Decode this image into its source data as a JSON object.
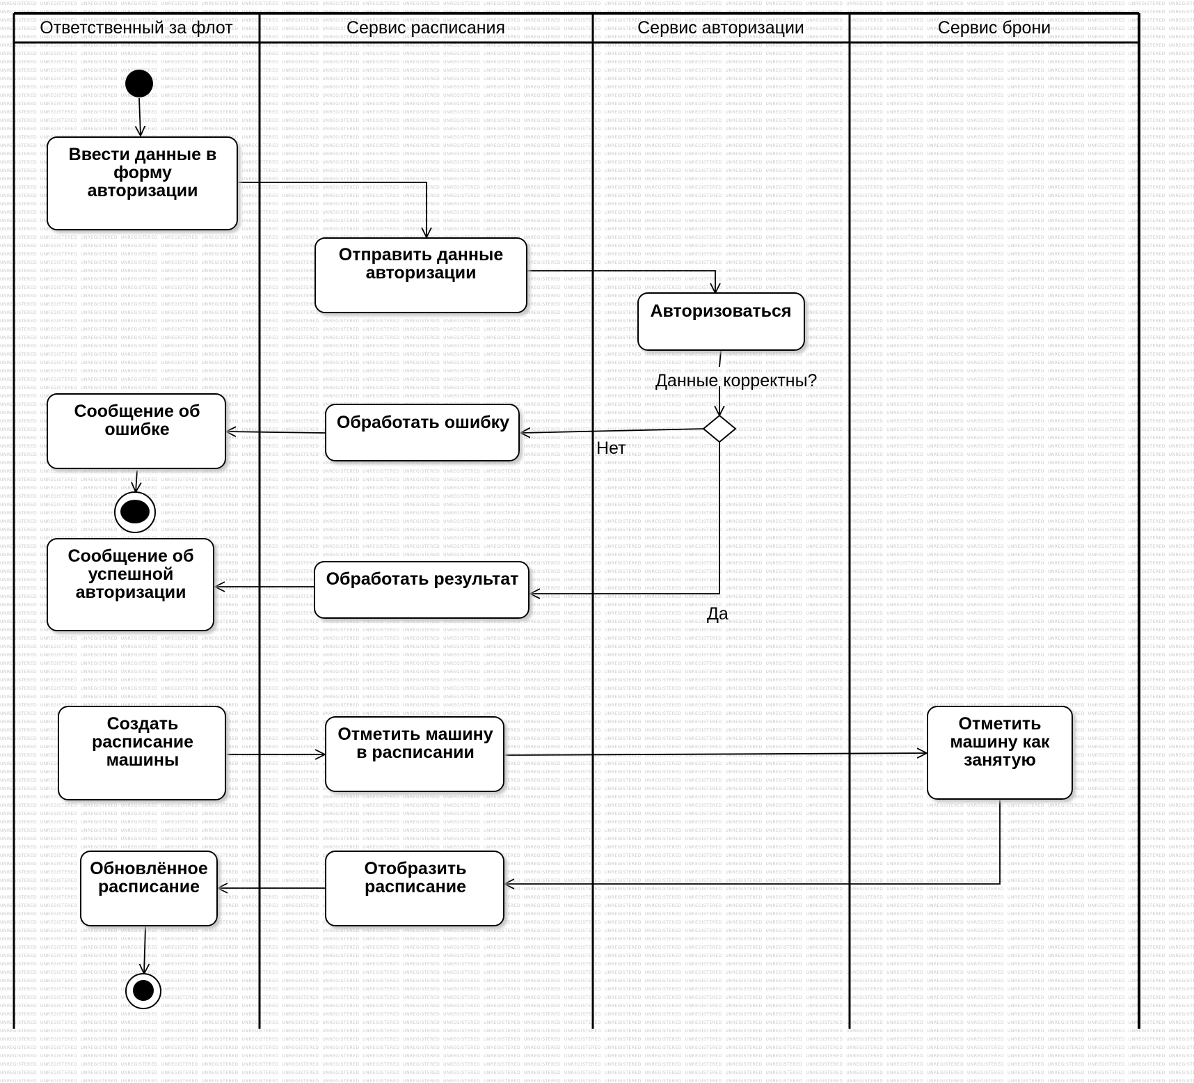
{
  "watermark": "UNREGISTERED",
  "lanes": [
    {
      "title": "Ответственный за флот"
    },
    {
      "title": "Сервис расписания"
    },
    {
      "title": "Сервис авторизации"
    },
    {
      "title": "Сервис брони"
    }
  ],
  "activities": {
    "enter_data": [
      "Ввести данные в",
      "форму",
      "авторизации"
    ],
    "send_data": [
      "Отправить данные",
      "авторизации"
    ],
    "authorize": [
      "Авторизоваться"
    ],
    "error_msg": [
      "Сообщение об",
      "ошибке"
    ],
    "handle_error": [
      "Обработать ошибку"
    ],
    "success_msg": [
      "Сообщение об",
      "успешной",
      "авторизации"
    ],
    "handle_result": [
      "Обработать результат"
    ],
    "create_schedule": [
      "Создать",
      "расписание",
      "машины"
    ],
    "mark_in_schedule": [
      "Отметить машину",
      "в расписании"
    ],
    "mark_busy": [
      "Отметить",
      "машину как",
      "занятую"
    ],
    "updated_schedule": [
      "Обновлённое",
      "расписание"
    ],
    "show_schedule": [
      "Отобразить",
      "расписание"
    ]
  },
  "decision": {
    "question": "Данные корректны?",
    "no_label": "Нет",
    "yes_label": "Да"
  }
}
